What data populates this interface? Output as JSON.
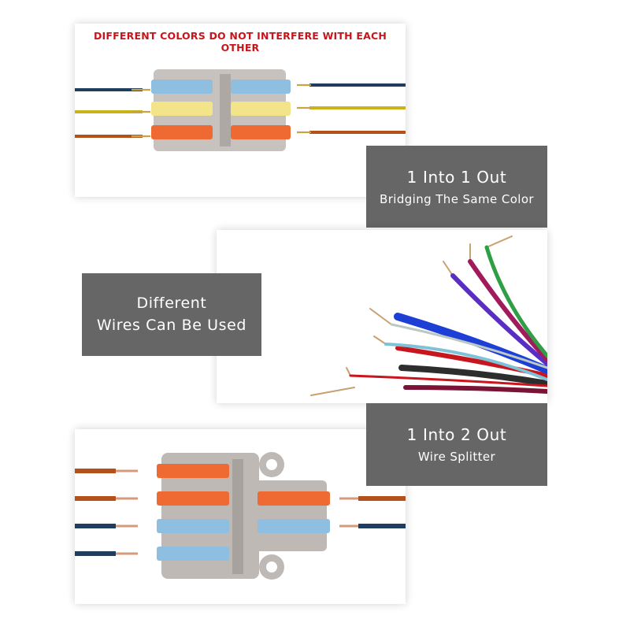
{
  "top_panel": {
    "headline": "DIFFERENT COLORS DO NOT INTERFERE WITH EACH OTHER",
    "wire_colors": [
      "#1f3d5c",
      "#c9b21a",
      "#b4511b"
    ],
    "lever_colors": [
      "#8fbfe0",
      "#f3e48a",
      "#ef6a32"
    ]
  },
  "one_to_one": {
    "title": "1 Into 1 Out",
    "subtitle": "Bridging The Same Color"
  },
  "wires": {
    "title_line1": "Different",
    "title_line2": "Wires Can Be Used",
    "wire_colors": [
      "#7a1437",
      "#2d2d2d",
      "#c8161e",
      "#1d3fd6",
      "#5a2ec4",
      "#a01a5c",
      "#2f9e45",
      "#7ec2d8",
      "#bcc8c4"
    ]
  },
  "one_to_two": {
    "title": "1 Into 2 Out",
    "subtitle": "Wire Splitter",
    "wire_colors": [
      "#b4511b",
      "#1f3d5c"
    ],
    "lever_colors": [
      "#ef6a32",
      "#8fbfe0"
    ]
  },
  "colors": {
    "label_box_bg": "#666666",
    "headline_red": "#c8151b",
    "housing_gray": "#bfb9b5"
  }
}
